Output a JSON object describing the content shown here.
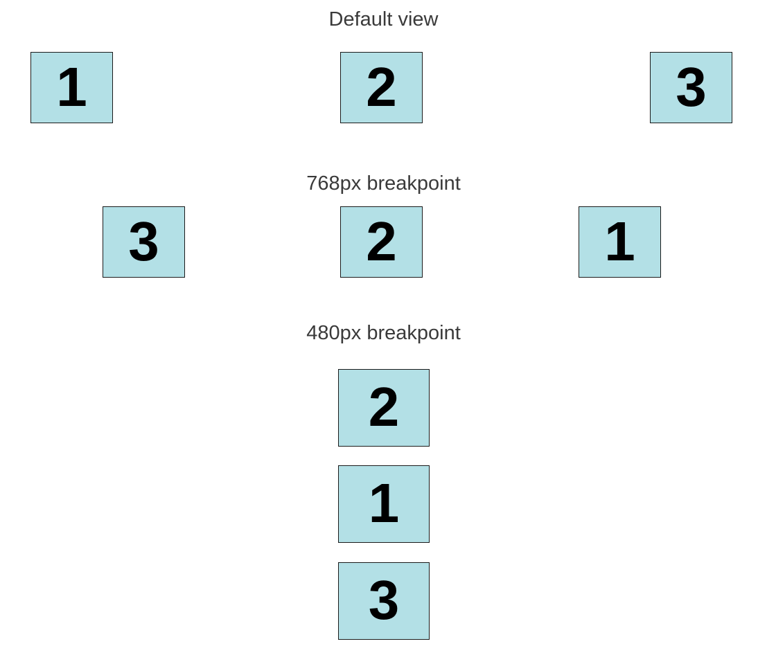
{
  "sections": [
    {
      "title": "Default view",
      "boxes": [
        "1",
        "2",
        "3"
      ]
    },
    {
      "title": "768px breakpoint",
      "boxes": [
        "3",
        "2",
        "1"
      ]
    },
    {
      "title": "480px breakpoint",
      "boxes": [
        "2",
        "1",
        "3"
      ]
    }
  ],
  "colors": {
    "box_fill": "#b3e0e6",
    "box_border": "#1a1a1a",
    "title_text": "#3a3a3a"
  }
}
